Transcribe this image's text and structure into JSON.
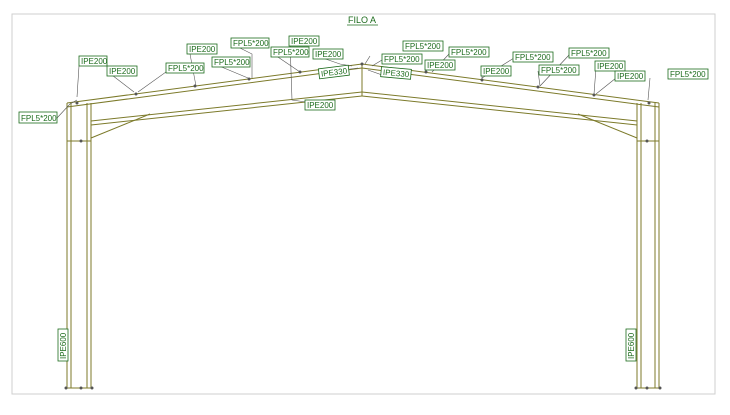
{
  "title": "FILO A",
  "colors": {
    "frame": "#7c7a2a",
    "label": "#1c6b1c",
    "border": "#cfcfcf",
    "leader": "#555555"
  },
  "labels": {
    "l0": "FPL5*200",
    "l1": "IPE200",
    "l2": "IPE200",
    "l3": "FPL5*200",
    "l4": "IPE200",
    "l5": "FPL5*200",
    "l6": "FPL5*200",
    "l7": "FPL5*200",
    "l8": "IPE200",
    "l9": "IPE200",
    "l10": "IPE330",
    "l11": "IPE200",
    "l12": "FPL5*200",
    "l13": "FPL5*200",
    "l14": "IPE330",
    "l15": "IPE200",
    "l16": "FPL5*200",
    "l17": "IPE200",
    "l18": "FPL5*200",
    "l19": "FPL5*200",
    "l20": "FPL5*200",
    "l21": "IPE200",
    "l22": "IPE200",
    "l23": "FPL5*200",
    "l24": "IPE600",
    "l25": "IPE600"
  }
}
